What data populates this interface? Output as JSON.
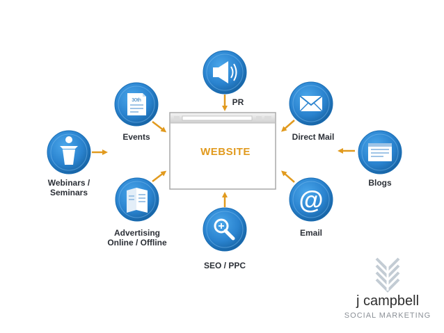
{
  "website": {
    "label": "WEBSITE"
  },
  "nodes": {
    "pr": {
      "label": "PR",
      "icon": "megaphone-icon"
    },
    "events": {
      "label": "Events",
      "calendar_text": "30th",
      "icon": "calendar-page-icon"
    },
    "direct_mail": {
      "label": "Direct Mail",
      "icon": "envelope-icon"
    },
    "webinars": {
      "label_line1": "Webinars /",
      "label_line2": "Seminars",
      "icon": "podium-icon"
    },
    "blogs": {
      "label": "Blogs",
      "icon": "browser-window-icon"
    },
    "advertising": {
      "label_line1": "Advertising",
      "label_line2": "Online / Offline",
      "icon": "brochure-icon"
    },
    "email": {
      "label": "Email",
      "icon": "at-sign-icon"
    },
    "seo": {
      "label": "SEO / PPC",
      "icon": "magnifier-icon"
    }
  },
  "logo": {
    "name": "j campbell",
    "tagline": "SOCIAL MARKETING",
    "icon": "chevron-stack-logo"
  },
  "colors": {
    "circle_outer": "#1a6eb5",
    "circle_inner": "#2f8fd8",
    "arrow": "#e19a1e",
    "label_text": "#2b2f36",
    "website_text": "#e19a1e",
    "logo_chevron": "#c3ccd4"
  }
}
